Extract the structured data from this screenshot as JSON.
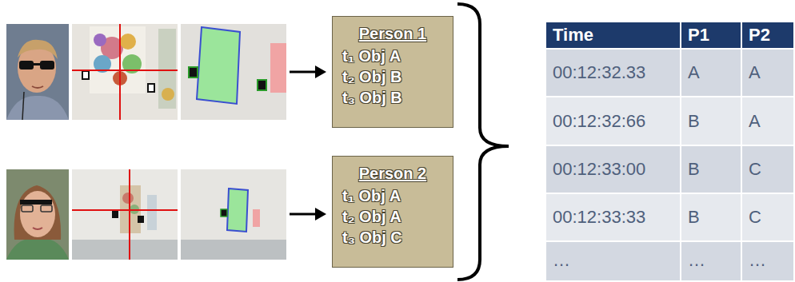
{
  "diagram": {
    "nodes": [
      {
        "text": [
          "Person 1",
          "t₁ Obj A",
          "t₂ Obj B",
          "t₃ Obj B"
        ]
      },
      {
        "text": [
          "Person 2",
          "t₁ Obj A",
          "t₂ Obj A",
          "t₃ Obj C"
        ]
      }
    ],
    "labels": [
      "Time",
      "P1",
      "P2",
      "00:12:32.33",
      "A",
      "A",
      "00:12:32:66",
      "B",
      "A",
      "00:12:33:00",
      "B",
      "C",
      "00:12:33:33",
      "B",
      "C",
      "…",
      "…",
      "…"
    ]
  }
}
